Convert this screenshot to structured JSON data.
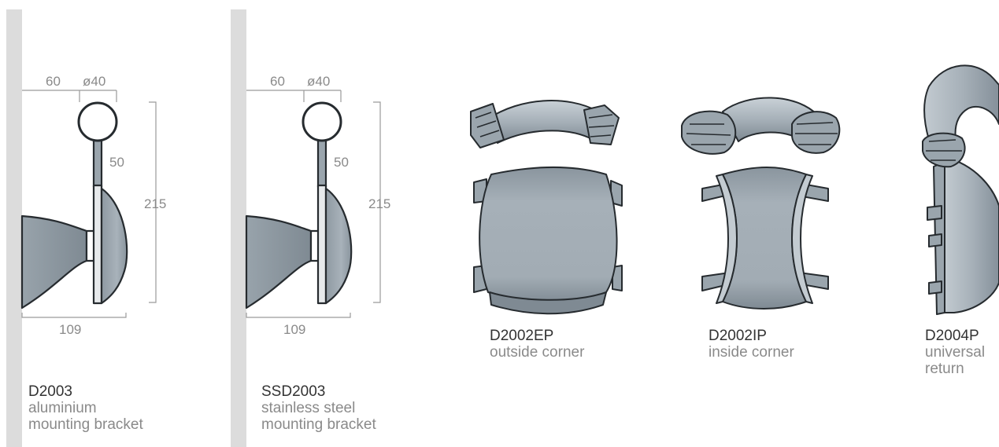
{
  "colors": {
    "wall": "#dcdcdc",
    "part_fill": "#a3aeb6",
    "part_light": "#c6ced4",
    "part_dark": "#7f8a93",
    "outline": "#262b2f",
    "dimension_line": "#9a9a9a",
    "dimension_text": "#8a8a8a",
    "code_text": "#333333"
  },
  "products": [
    {
      "code": "D2003",
      "description": "aluminium\nmounting bracket"
    },
    {
      "code": "SSD2003",
      "description": "stainless steel\nmounting bracket"
    },
    {
      "code": "D2002EP",
      "description": "outside corner"
    },
    {
      "code": "D2002IP",
      "description": "inside corner"
    },
    {
      "code": "D2004P",
      "description": "universal\nreturn"
    }
  ],
  "brackets": [
    {
      "dim_width": "60",
      "dim_diameter": "ø40",
      "dim_stem": "50",
      "dim_height": "215",
      "dim_depth": "109"
    },
    {
      "dim_width": "60",
      "dim_diameter": "ø40",
      "dim_stem": "50",
      "dim_height": "215",
      "dim_depth": "109"
    }
  ]
}
